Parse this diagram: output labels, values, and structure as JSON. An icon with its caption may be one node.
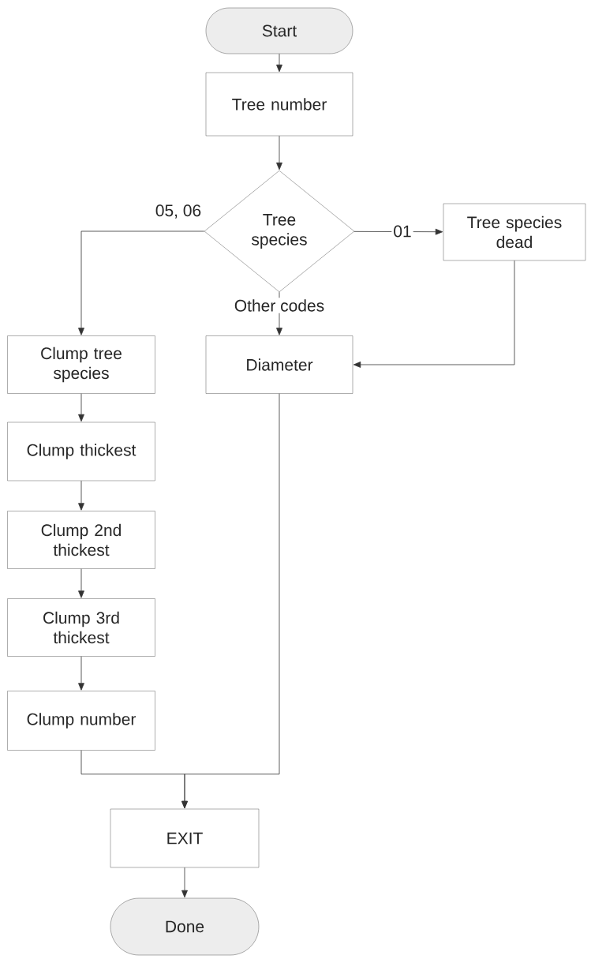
{
  "diagram": {
    "nodes": [
      {
        "text": [
          "Start"
        ]
      },
      {
        "text": [
          "Tree number"
        ]
      },
      {
        "text": [
          "Tree species"
        ]
      },
      {
        "text": [
          "Tree species dead"
        ]
      },
      {
        "text": [
          "Clump tree species"
        ]
      },
      {
        "text": [
          "Diameter"
        ]
      },
      {
        "text": [
          "Clump thickest"
        ]
      },
      {
        "text": [
          "Clump 2nd thickest"
        ]
      },
      {
        "text": [
          "Clump 3rd thickest"
        ]
      },
      {
        "text": [
          "Clump number"
        ]
      },
      {
        "text": [
          "EXIT"
        ]
      },
      {
        "text": [
          "Done"
        ]
      }
    ],
    "edges": [
      {
        "from": 0,
        "to": 1,
        "arrow": "to"
      },
      {
        "from": 1,
        "to": 2,
        "arrow": "to"
      },
      {
        "from": 2,
        "to": 4,
        "arrow": "to",
        "label": "05, 06"
      },
      {
        "from": 2,
        "to": 3,
        "arrow": "to",
        "label": "01"
      },
      {
        "from": 2,
        "to": 5,
        "arrow": "to",
        "label": "Other codes"
      },
      {
        "from": 3,
        "to": 5,
        "arrow": "to"
      },
      {
        "from": 4,
        "to": 6,
        "arrow": "to"
      },
      {
        "from": 6,
        "to": 7,
        "arrow": "to"
      },
      {
        "from": 7,
        "to": 8,
        "arrow": "to"
      },
      {
        "from": 8,
        "to": 9,
        "arrow": "to"
      },
      {
        "from": 9,
        "to": 10,
        "arrow": "to"
      },
      {
        "from": 5,
        "to": 10,
        "arrow": "to"
      },
      {
        "from": 10,
        "to": 11,
        "arrow": "to"
      }
    ]
  }
}
